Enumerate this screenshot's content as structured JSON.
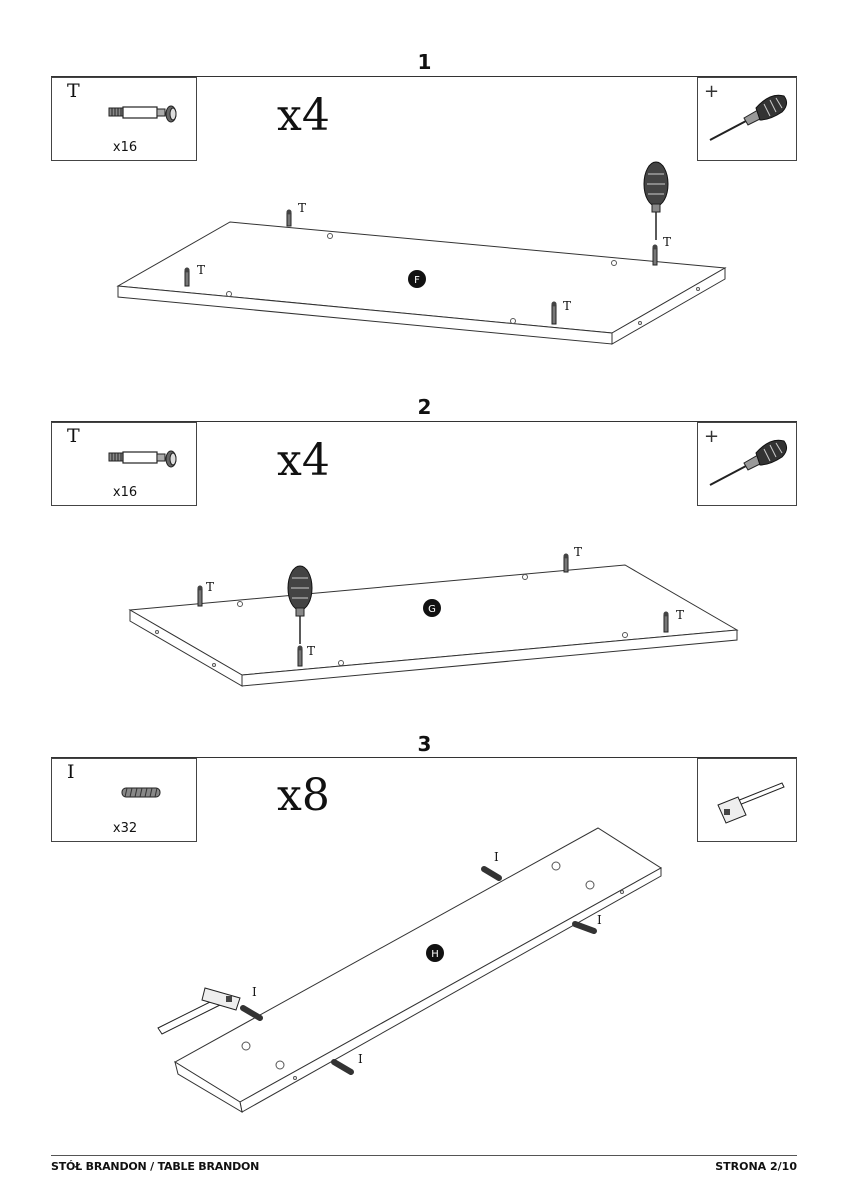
{
  "steps": [
    {
      "number": "1",
      "part_letter": "T",
      "part_qty": "x16",
      "multiplier": "x4",
      "part_icon": "cam-bolt-icon",
      "tool_icon": "phillips-screwdriver-icon",
      "tool_mark": "+",
      "panel_letter": "F",
      "callout_label": "T"
    },
    {
      "number": "2",
      "part_letter": "T",
      "part_qty": "x16",
      "multiplier": "x4",
      "part_icon": "cam-bolt-icon",
      "tool_icon": "phillips-screwdriver-icon",
      "tool_mark": "+",
      "panel_letter": "G",
      "callout_label": "T"
    },
    {
      "number": "3",
      "part_letter": "I",
      "part_qty": "x32",
      "multiplier": "x8",
      "part_icon": "wooden-dowel-icon",
      "tool_icon": "hammer-icon",
      "panel_letter": "H",
      "callout_label": "I"
    }
  ],
  "footer": {
    "left": "STÓŁ BRANDON / TABLE BRANDON",
    "right": "STRONA 2/10"
  }
}
